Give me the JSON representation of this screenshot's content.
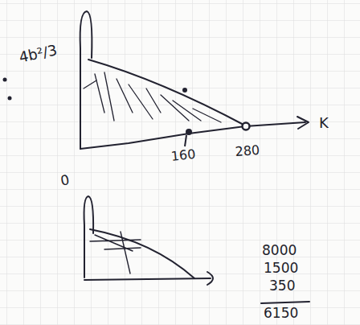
{
  "diagram": {
    "labels": [
      "4b²/3",
      "160",
      "280",
      "K",
      "0",
      "8000",
      "1500",
      "350",
      "6150"
    ]
  }
}
